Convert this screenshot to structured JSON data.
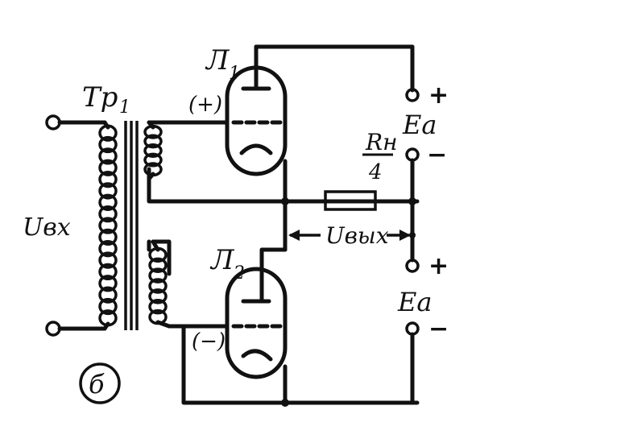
{
  "labels": {
    "transformer": "Tp",
    "transformer_sub": "1",
    "tube1": "Л",
    "tube1_sub": "1",
    "tube2": "Л",
    "tube2_sub": "2",
    "grid1_polarity": "(+)",
    "grid2_polarity": "(−)",
    "input_voltage": "Uвх",
    "load_top": "Rн",
    "load_bottom": "4",
    "output_voltage": "Uвых",
    "supply_top": "Ea",
    "supply_bottom": "Ea",
    "plus_top": "+",
    "minus_top": "−",
    "plus_bottom": "+",
    "minus_bottom": "−",
    "figure_letter": "б"
  }
}
